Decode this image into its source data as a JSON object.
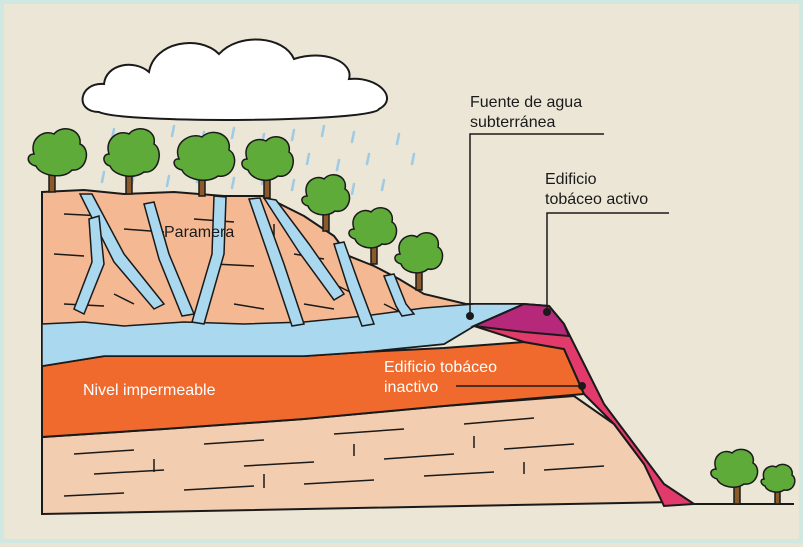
{
  "labels": {
    "source_line1": "Fuente de agua",
    "source_line2": "subterránea",
    "active_line1": "Edificio",
    "active_line2": "tobáceo activo",
    "paramera": "Paramera",
    "impermeable": "Nivel impermeable",
    "inactive_line1": "Edificio tobáceo",
    "inactive_line2": "inactivo"
  },
  "icons": [
    "cloud-icon",
    "rain-icon",
    "tree-icon"
  ],
  "colors": {
    "background": "#ebe6d6",
    "frame": "#cfe8e2",
    "paramera_rock": "#f4b892",
    "water": "#a9d8ef",
    "impermeable_layer": "#ef6a2c",
    "base_rock": "#f3cdb0",
    "active_tufa": "#b5287a",
    "inactive_tufa": "#e23a6a",
    "tree_foliage": "#5eab3a",
    "tree_trunk": "#8a5a2a",
    "outline": "#1a1a1a"
  }
}
